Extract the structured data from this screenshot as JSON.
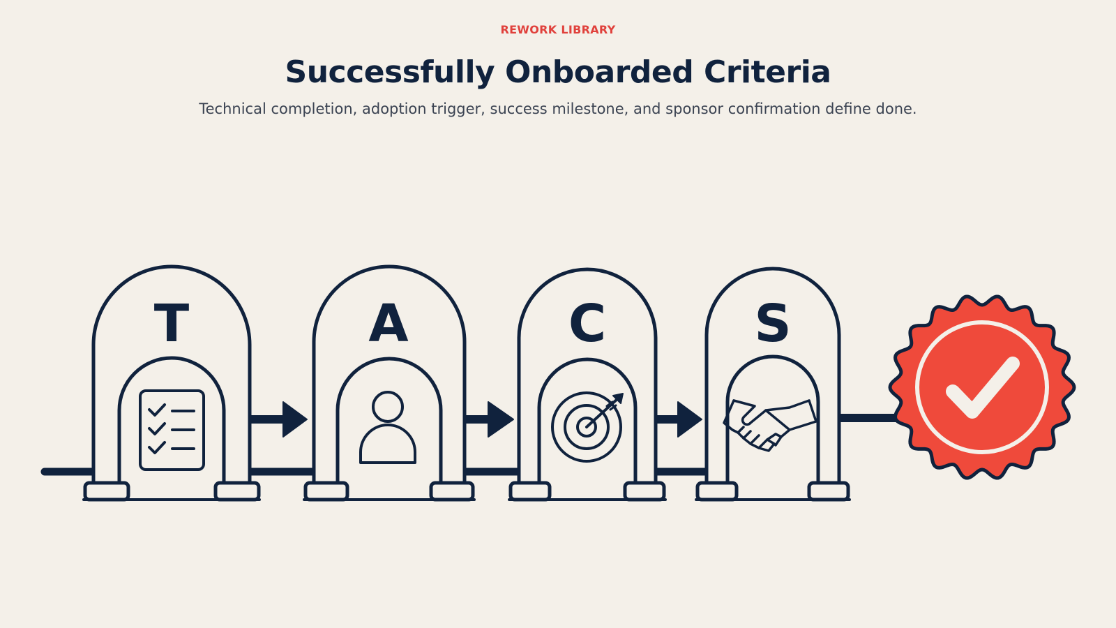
{
  "header": {
    "eyebrow": "REWORK LIBRARY",
    "title": "Successfully Onboarded Criteria",
    "subtitle": "Technical completion, adoption trigger, success milestone, and sponsor confirmation define done."
  },
  "colors": {
    "background": "#f4f0e9",
    "ink": "#10223d",
    "accent": "#e0413c",
    "badge": "#ef4a3b"
  },
  "steps": [
    {
      "letter": "T",
      "icon": "checklist-icon"
    },
    {
      "letter": "A",
      "icon": "person-icon"
    },
    {
      "letter": "C",
      "icon": "target-icon"
    },
    {
      "letter": "S",
      "icon": "handshake-icon"
    }
  ],
  "final_badge": {
    "icon": "checkmark-icon"
  }
}
